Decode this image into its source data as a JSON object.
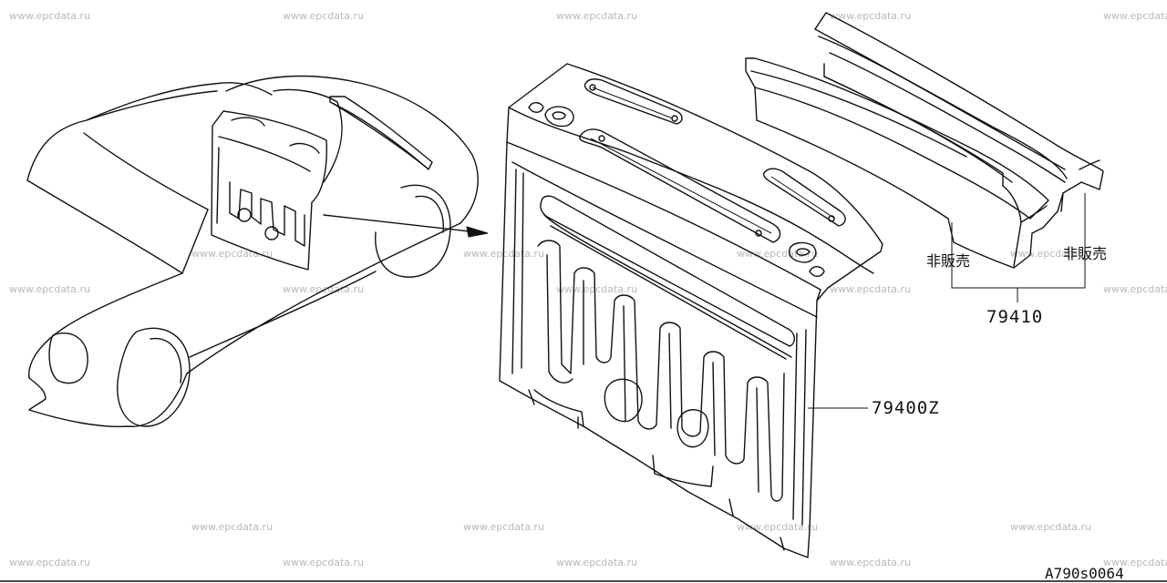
{
  "watermark": "www.epcdata.ru",
  "callouts": {
    "panel_part": "79400Z",
    "reinforcement_part": "79410"
  },
  "notes": {
    "not_for_sale_left": "非販売",
    "not_for_sale_right": "非販売"
  },
  "figure_code": "A790s0064"
}
